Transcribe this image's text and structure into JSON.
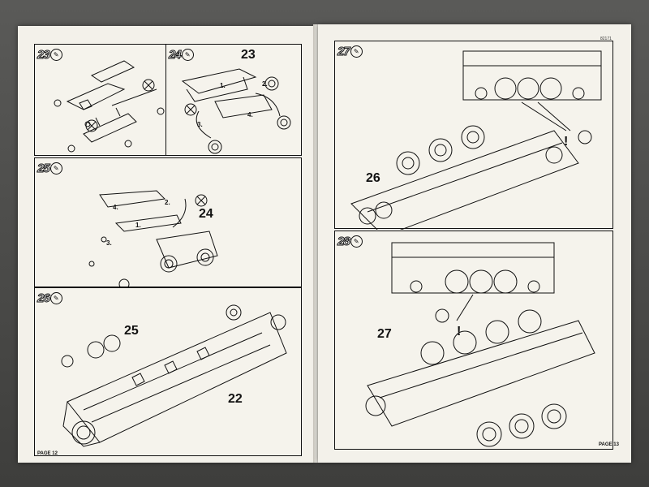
{
  "left_page": {
    "code": "82171",
    "page_label": "PAGE 12",
    "steps": [
      {
        "number": "23",
        "icon": "glue-brush-icon",
        "callouts": [],
        "sub_steps": []
      },
      {
        "number": "24",
        "icon": "glue-brush-icon",
        "callouts": [
          "23"
        ],
        "sub_steps": [
          "1.",
          "2.",
          "3.",
          "4."
        ]
      },
      {
        "number": "25",
        "icon": "glue-brush-icon",
        "callouts": [
          "24"
        ],
        "sub_steps": [
          "4.",
          "2.",
          "1.",
          "3."
        ]
      },
      {
        "number": "26",
        "icon": "glue-brush-icon",
        "callouts": [
          "25",
          "22"
        ],
        "sub_steps": []
      }
    ]
  },
  "right_page": {
    "code": "82171",
    "page_label": "PAGE 13",
    "steps": [
      {
        "number": "27",
        "icon": "glue-brush-icon",
        "callouts": [
          "26"
        ],
        "sub_steps": []
      },
      {
        "number": "28",
        "icon": "glue-brush-icon",
        "callouts": [
          "27"
        ],
        "sub_steps": []
      }
    ]
  },
  "colors": {
    "paper": "#f3f1ea",
    "ink": "#111111",
    "background": "#4a4a4a"
  }
}
